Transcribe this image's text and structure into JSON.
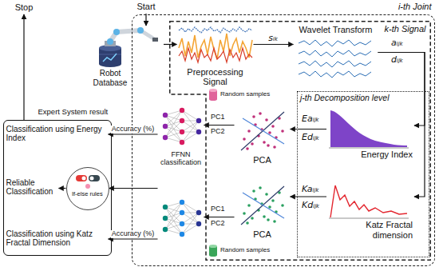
{
  "diagram": {
    "nodes": [
      {
        "text": [
          "Start"
        ]
      },
      {
        "text": [
          "Robot Database"
        ]
      },
      {
        "text": [
          "i-th Joint"
        ]
      },
      {
        "text": [
          "k-th Signal"
        ],
        "in": 2
      },
      {
        "text": [
          "Preprocessing Signal"
        ],
        "in": 3
      },
      {
        "text": [
          "Wavelet Transform"
        ],
        "in": 3
      },
      {
        "text": [
          "j-th Decomposition level"
        ],
        "in": 3
      },
      {
        "text": [
          "Energy Index"
        ],
        "in": 6
      },
      {
        "text": [
          "Katz Fractal dimension"
        ],
        "in": 6
      },
      {
        "text": [
          "PCA"
        ],
        "in": 3
      },
      {
        "text": [
          "PCA"
        ],
        "in": 3
      },
      {
        "text": [
          "FFNN classification"
        ],
        "in": 2
      },
      {
        "text": [
          "Stop"
        ]
      },
      {
        "text": [
          "Expert System result"
        ]
      },
      {
        "text": [
          "Classification using Energy Index"
        ],
        "in": 13
      },
      {
        "text": [
          "If-else rules"
        ],
        "in": 13
      },
      {
        "text": [
          "Reliable Classification"
        ],
        "in": 13
      },
      {
        "text": [
          "Classification using Katz Fractal Dimension"
        ],
        "in": 13
      }
    ],
    "edges": [
      {
        "from": 0,
        "to": 1,
        "arrow": "to"
      },
      {
        "from": 1,
        "to": 4,
        "arrow": "to"
      },
      {
        "from": 4,
        "to": 5,
        "label": "sᵢₖ",
        "arrow": "to"
      },
      {
        "from": 5,
        "to": 7,
        "arrow": "to"
      },
      {
        "from": 5,
        "to": 8,
        "arrow": "to"
      },
      {
        "from": 7,
        "to": 9,
        "arrow": "to"
      },
      {
        "from": 8,
        "to": 10,
        "arrow": "to"
      },
      {
        "from": 9,
        "to": 11,
        "arrow": "to"
      },
      {
        "from": 10,
        "to": 11,
        "arrow": "to"
      },
      {
        "from": 11,
        "to": 14,
        "label": "Accuracy (%)",
        "arrow": "to"
      },
      {
        "from": 11,
        "to": 17,
        "label": "Accuracy (%)",
        "arrow": "to"
      },
      {
        "from": 11,
        "to": 15,
        "arrow": "to"
      },
      {
        "from": 15,
        "to": 16,
        "arrow": "to"
      },
      {
        "from": 13,
        "to": 12,
        "arrow": "to"
      }
    ],
    "labels": [
      "aᵢⱼₖ",
      "dᵢⱼₖ",
      "Eaᵢⱼₖ",
      "Edᵢⱼₖ",
      "Kaᵢⱼₖ",
      "Kdᵢⱼₖ",
      "PC1",
      "PC2",
      "PC1",
      "PC2",
      "Random samples",
      "Random samples"
    ]
  }
}
